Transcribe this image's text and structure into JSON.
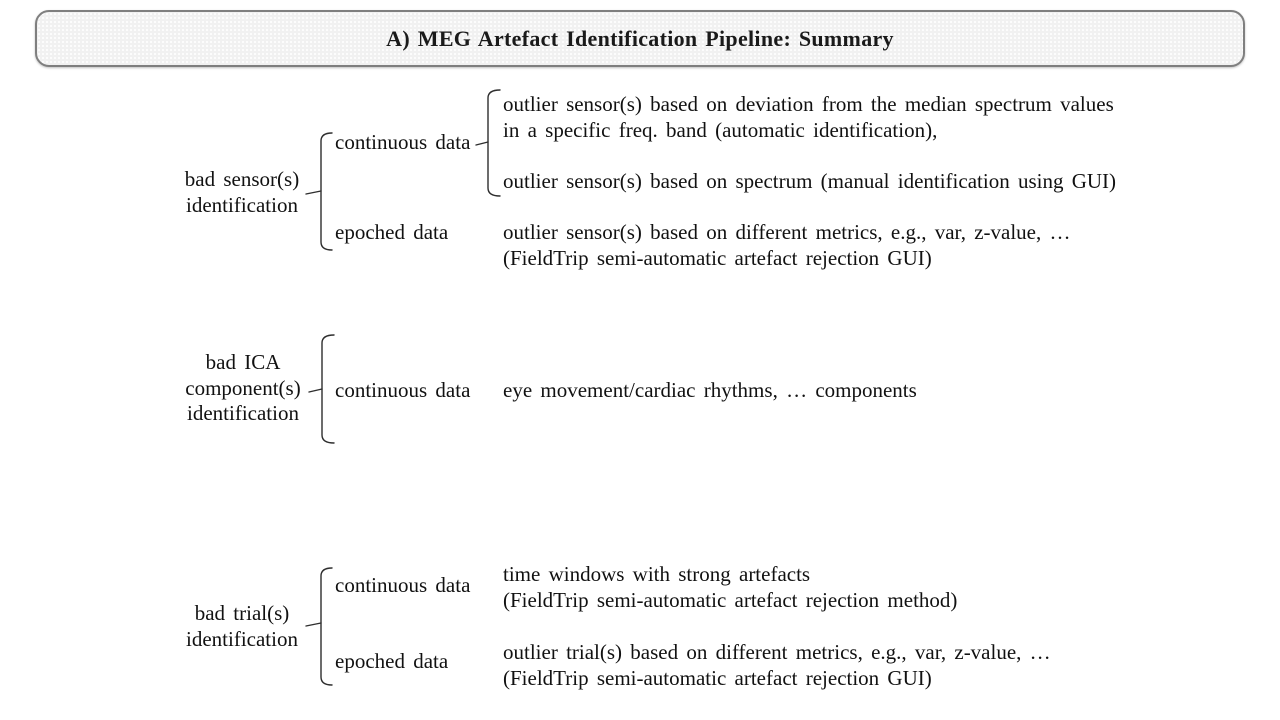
{
  "title": "A) MEG Artefact Identification Pipeline: Summary",
  "sections": [
    {
      "name": "bad-sensors",
      "label_lines": [
        "bad sensor(s)",
        "identification"
      ],
      "branches": [
        {
          "label": "continuous data",
          "items": [
            {
              "lines": [
                "outlier sensor(s) based on deviation from the median spectrum values",
                "in a specific freq. band (automatic identification),"
              ]
            },
            {
              "lines": [
                "outlier sensor(s) based on spectrum (manual identification using GUI)"
              ]
            }
          ]
        },
        {
          "label": "epoched data",
          "items": [
            {
              "lines": [
                "outlier sensor(s) based on different metrics, e.g., var, z-value, …",
                "(FieldTrip semi-automatic artefact rejection GUI)"
              ]
            }
          ]
        }
      ]
    },
    {
      "name": "bad-ica-components",
      "label_lines": [
        "bad ICA",
        "component(s)",
        "identification"
      ],
      "branches": [
        {
          "label": "continuous data",
          "items": [
            {
              "lines": [
                "eye movement/cardiac rhythms, … components"
              ]
            }
          ]
        }
      ]
    },
    {
      "name": "bad-trials",
      "label_lines": [
        "bad trial(s)",
        "identification"
      ],
      "branches": [
        {
          "label": "continuous data",
          "items": [
            {
              "lines": [
                "time windows with strong artefacts",
                "(FieldTrip semi-automatic artefact rejection method)"
              ]
            }
          ]
        },
        {
          "label": "epoched data",
          "items": [
            {
              "lines": [
                "outlier trial(s) based on different metrics, e.g., var, z-value, …",
                "(FieldTrip semi-automatic artefact rejection GUI)"
              ]
            }
          ]
        }
      ]
    }
  ],
  "colors": {
    "line": "#2e2e2e",
    "title_bg": "#f1f1f1",
    "title_border": "#7f7f7f",
    "text": "#111111"
  }
}
